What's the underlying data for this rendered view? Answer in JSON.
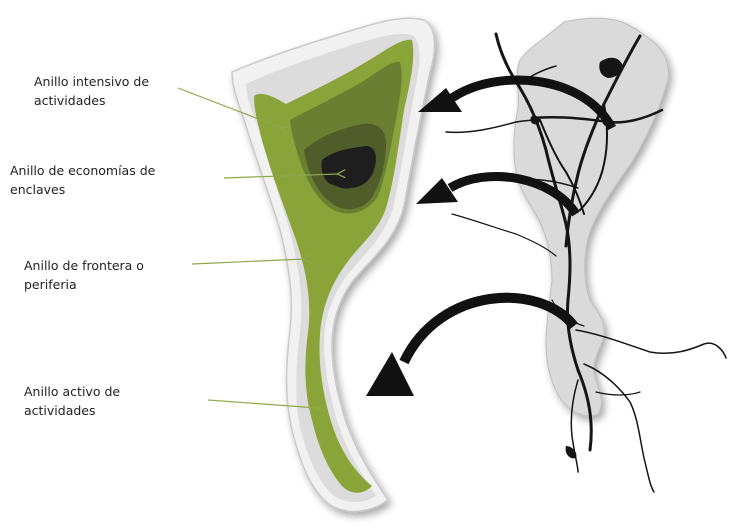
{
  "labels": {
    "intensive": {
      "line1": "Anillo intensivo de",
      "line2": "actividades"
    },
    "enclaves": {
      "line1": "Anillo de economías de",
      "line2": "enclaves"
    },
    "frontier": {
      "line1": "Anillo de frontera o",
      "line2": "periferia"
    },
    "active": {
      "line1": "Anillo activo de",
      "line2": "actividades"
    }
  },
  "colors": {
    "leader_line": "#8fa84a",
    "outer_ring": "#f1f1f1",
    "frontier_ring": "#dcdcdc",
    "active_ring": "#8aa43a",
    "intensive_ring": "#6b7f33",
    "enclave_zone": "#505c2a",
    "core": "#1e1e1e",
    "map_fill": "#dadada",
    "network": "#151515",
    "arrow": "#111111"
  }
}
